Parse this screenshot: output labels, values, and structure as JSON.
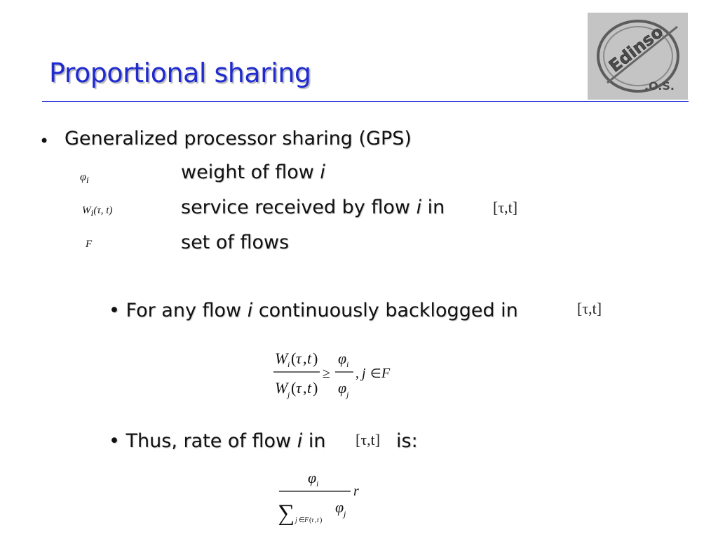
{
  "slide": {
    "title": "Proportional sharing",
    "bullet_main": "Generalized processor sharing (GPS)",
    "definitions": [
      {
        "symbol": "φ",
        "sub": "i",
        "text_before": "weight of flow ",
        "var": "i",
        "text_after": ""
      },
      {
        "symbol": "W",
        "sub": "i",
        "args": "(τ, t)",
        "text_before": "service received by  flow ",
        "var": "i",
        "text_after": " in",
        "interval": "[τ,t]"
      },
      {
        "symbol": "F",
        "text_before": "set of flows"
      }
    ],
    "sub_bullet_1": {
      "before": "For any flow ",
      "var": "i",
      "after": " continuously backlogged in",
      "interval": "[τ,t]"
    },
    "sub_bullet_2": {
      "before": "Thus, rate of flow ",
      "var": "i",
      "after": " in",
      "interval": "[τ,t]",
      "tail": "is:"
    },
    "formula1": "W_i(τ,t) / W_j(τ,t) ≥ φ_i / φ_j , j ∈ F",
    "formula2": "φ_i / ∑_{j∈F(τ,t)} φ_j  r",
    "bullet_char": "•"
  },
  "logo": {
    "text_top": "Edinso",
    "text_bottom": ".O.S."
  },
  "colors": {
    "title": "#1f2bd1",
    "rule": "#1f2bd1",
    "logo_bg": "#c4c4c4"
  }
}
